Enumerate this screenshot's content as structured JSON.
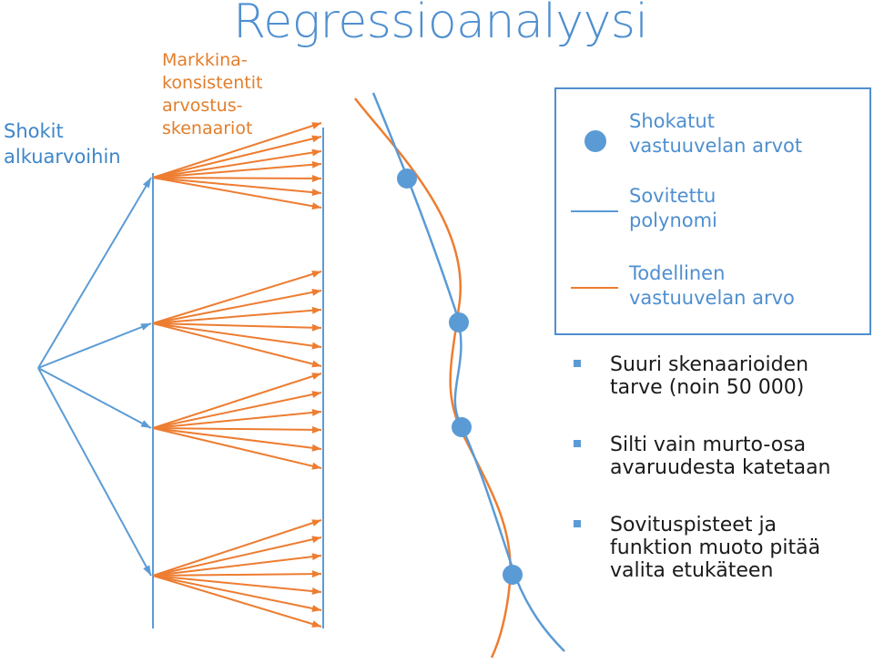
{
  "title": "Regressioanalyysi",
  "labels": {
    "shocks_line1": "Shokit",
    "shocks_line2": "alkuarvoihin",
    "market_line1": "Markkina-",
    "market_line2": "konsistentit",
    "market_line3": "arvostus-",
    "market_line4": "skenaariot"
  },
  "legend": {
    "dot_line1": "Shokatut",
    "dot_line2": "vastuuvelan arvot",
    "fitted_line1": "Sovitettu",
    "fitted_line2": "polynomi",
    "true_line1": "Todellinen",
    "true_line2": "vastuuvelan arvo"
  },
  "bullets": [
    {
      "line1": "Suuri skenaarioiden",
      "line2": "tarve (noin 50 000)"
    },
    {
      "line1": "Silti vain murto-osa",
      "line2": "avaruudesta katetaan"
    },
    {
      "line1": "Sovituspisteet ja",
      "line2": "funktion muoto pitää",
      "line3": "valita etukäteen"
    }
  ],
  "colors": {
    "blue": "#5B9BD5",
    "orange": "#ED7D31",
    "title": "#4F8FD0",
    "text": "#1a1a1a"
  }
}
